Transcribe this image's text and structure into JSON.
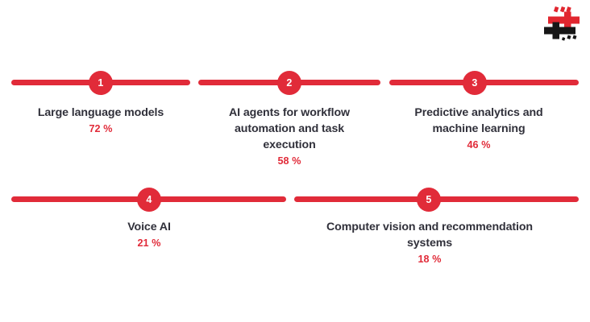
{
  "theme": {
    "accent": "#e12b39",
    "label_color": "#30303a",
    "background": "#ffffff",
    "logo_red": "#e1262f",
    "logo_black": "#161616"
  },
  "logo": {
    "name": "brand-logo",
    "alt": "stylized red and black cross mark"
  },
  "chart_data": {
    "type": "bar",
    "title": "",
    "subtitle": "",
    "xlabel": "",
    "ylabel": "",
    "unit": "%",
    "grid": false,
    "legend": "none",
    "categories": [
      "Large language models",
      "AI agents for workflow automation and task execution",
      "Predictive analytics and machine learning",
      "Voice AI",
      "Computer vision and recommendation systems"
    ],
    "values": [
      72,
      58,
      46,
      21,
      18
    ],
    "ranks": [
      "1",
      "2",
      "3",
      "4",
      "5"
    ]
  },
  "items": [
    {
      "rank": "1",
      "label": "Large language models",
      "percent": "72 %"
    },
    {
      "rank": "2",
      "label": "AI agents for workflow automation and task execution",
      "percent": "58 %"
    },
    {
      "rank": "3",
      "label": "Predictive analytics and machine learning",
      "percent": "46 %"
    },
    {
      "rank": "4",
      "label": "Voice AI",
      "percent": "21 %"
    },
    {
      "rank": "5",
      "label": "Computer vision and recommendation systems",
      "percent": "18 %"
    }
  ]
}
